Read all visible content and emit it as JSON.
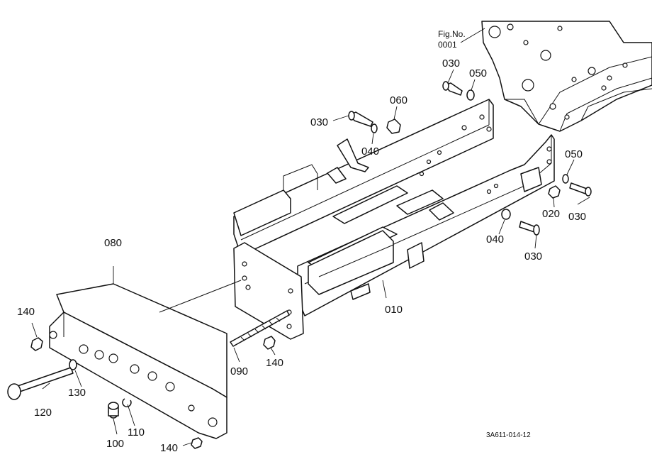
{
  "figure": {
    "label": "Fig.No.",
    "number": "0001"
  },
  "drawing_code": "3A611-014-12",
  "callouts": {
    "frame": "010",
    "front_bracket": "080",
    "stud_bolt": "090",
    "nut_left_top": "140",
    "nut_center": "140",
    "nut_bottom": "140",
    "long_bolt": "120",
    "washer_long_bolt": "130",
    "spacer": "100",
    "spring_washer": "110",
    "bolt_top_engine": "030",
    "washer_top_engine": "050",
    "bolt_left_rail": "030",
    "washer_left_rail": "040",
    "bolt_060": "060",
    "rear_washer": "050",
    "rear_bolt": "030",
    "rear_nut": "020",
    "right_washer": "040",
    "right_bolt": "030"
  }
}
